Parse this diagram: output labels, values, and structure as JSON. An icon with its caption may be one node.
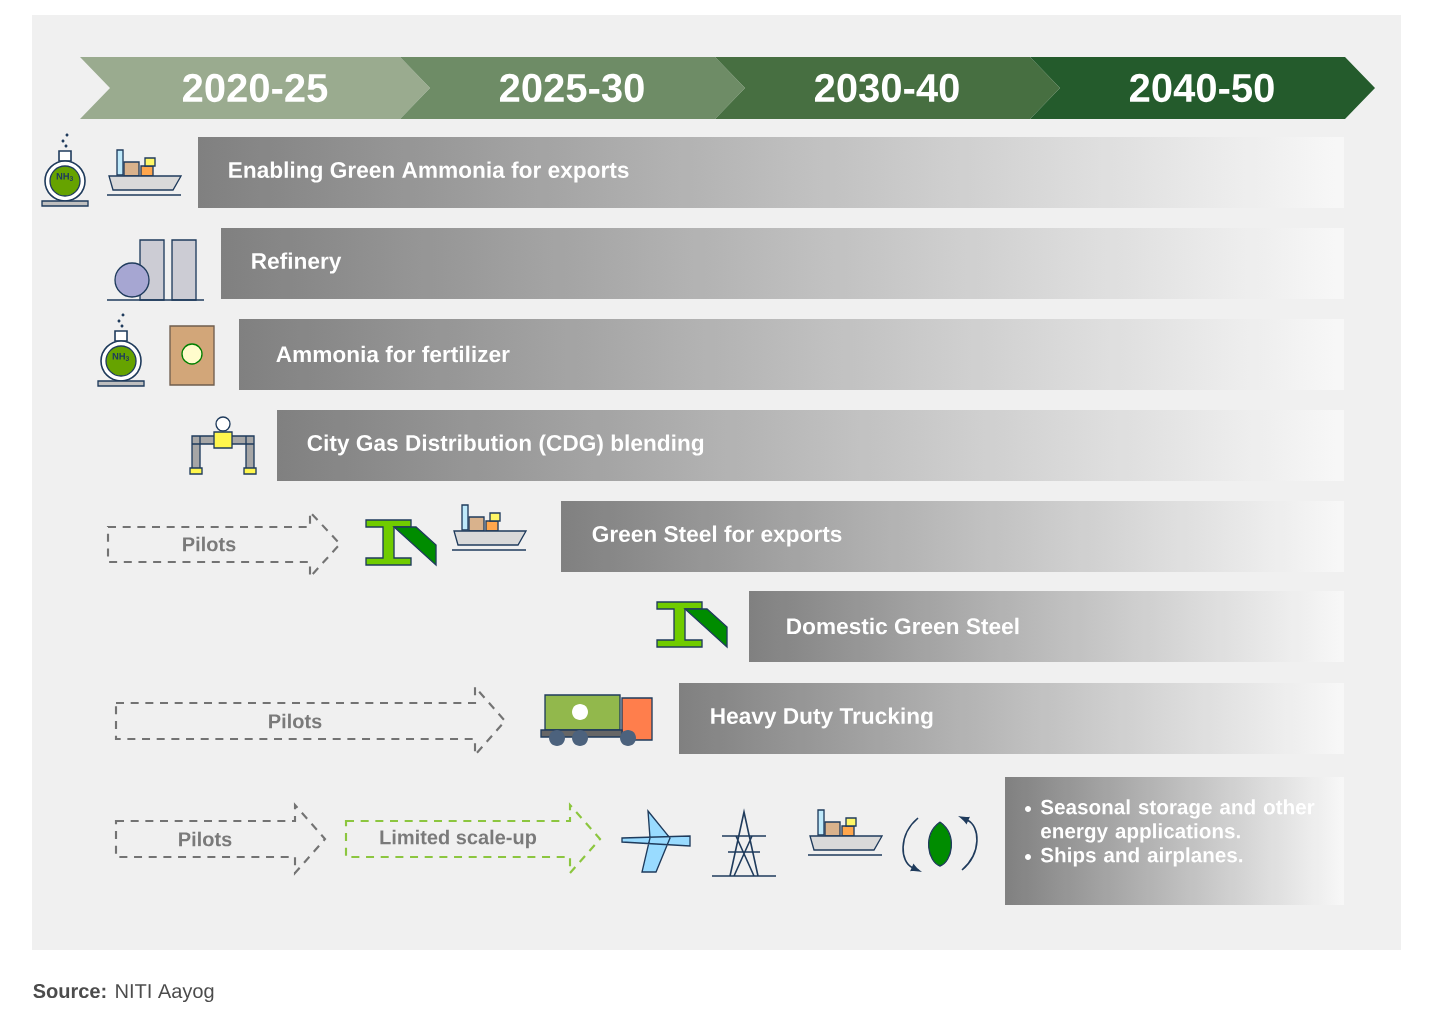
{
  "diagram": {
    "caption": "**Source:** NITI Aayog",
    "nodes": [
      {
        "text": [
          "2020-25"
        ]
      },
      {
        "text": [
          "2025-30"
        ]
      },
      {
        "text": [
          "2030-40"
        ]
      },
      {
        "text": [
          "2040-50"
        ]
      },
      {
        "text": [
          "Enabling Green Ammonia for exports"
        ]
      },
      {
        "text": [
          "Refinery"
        ]
      },
      {
        "text": [
          "Ammonia for fertilizer"
        ]
      },
      {
        "text": [
          "City Gas Distribution (CDG) blending"
        ]
      },
      {
        "text": [
          "Pilots"
        ]
      },
      {
        "text": [
          "Green Steel for exports"
        ]
      },
      {
        "text": [
          "Domestic Green Steel"
        ]
      },
      {
        "text": [
          "Pilots"
        ]
      },
      {
        "text": [
          "Heavy Duty Trucking"
        ]
      },
      {
        "text": [
          "Pilots"
        ]
      },
      {
        "text": [
          "Limited scale-up"
        ]
      },
      {
        "text": [
          "Seasonal storage and other energy applications.",
          "Ships and airplanes."
        ]
      }
    ],
    "labels": [
      "NH$_{3}$",
      "NH$_{3}$"
    ]
  }
}
